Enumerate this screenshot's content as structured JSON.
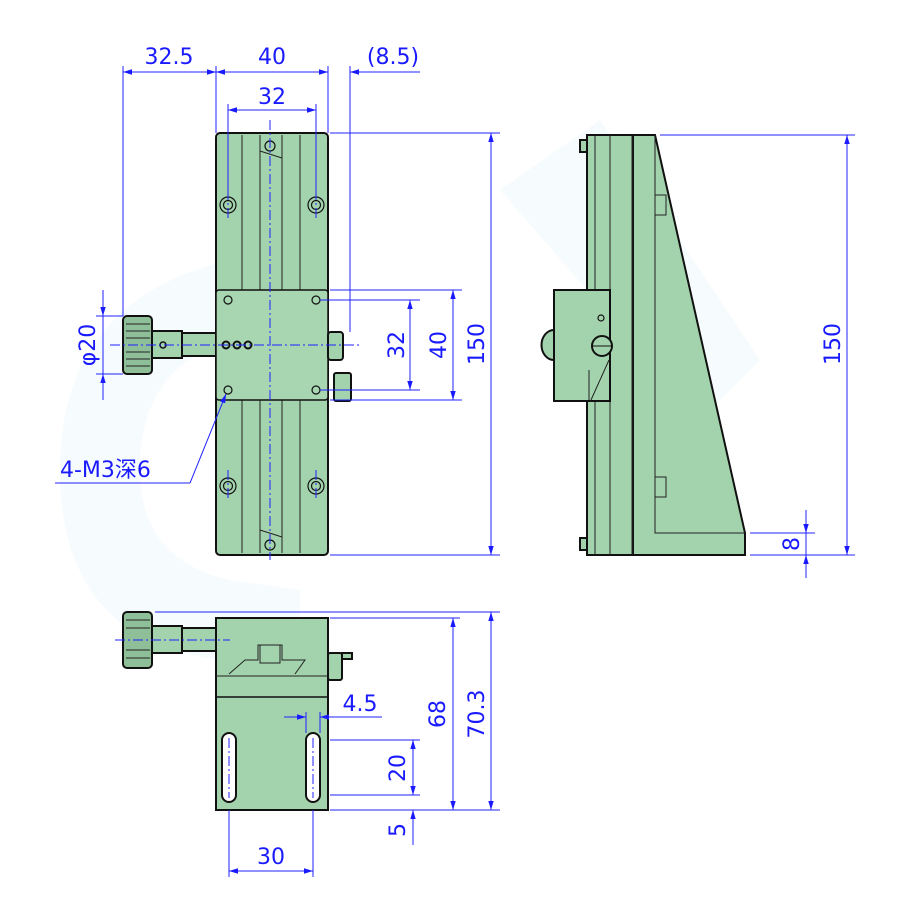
{
  "colors": {
    "part_fill": "#a3d3ac",
    "dimension": "#1a1aff",
    "outline": "#111111"
  },
  "front_view": {
    "dims": {
      "left_offset": "32.5",
      "width": "40",
      "right_offset": "(8.5)",
      "hole_spacing": "32",
      "knob_diameter": "φ20",
      "carriage_hole_spacing": "32",
      "carriage_length": "40",
      "total_length": "150"
    },
    "callout": "4-M3深6"
  },
  "side_view": {
    "dims": {
      "height": "150",
      "base_thickness": "8"
    }
  },
  "bottom_view": {
    "dims": {
      "slot_width": "4.5",
      "slot_length": "20",
      "slot_offset": "5",
      "slot_spacing": "30",
      "body_height": "68",
      "total_height": "70.3"
    }
  }
}
